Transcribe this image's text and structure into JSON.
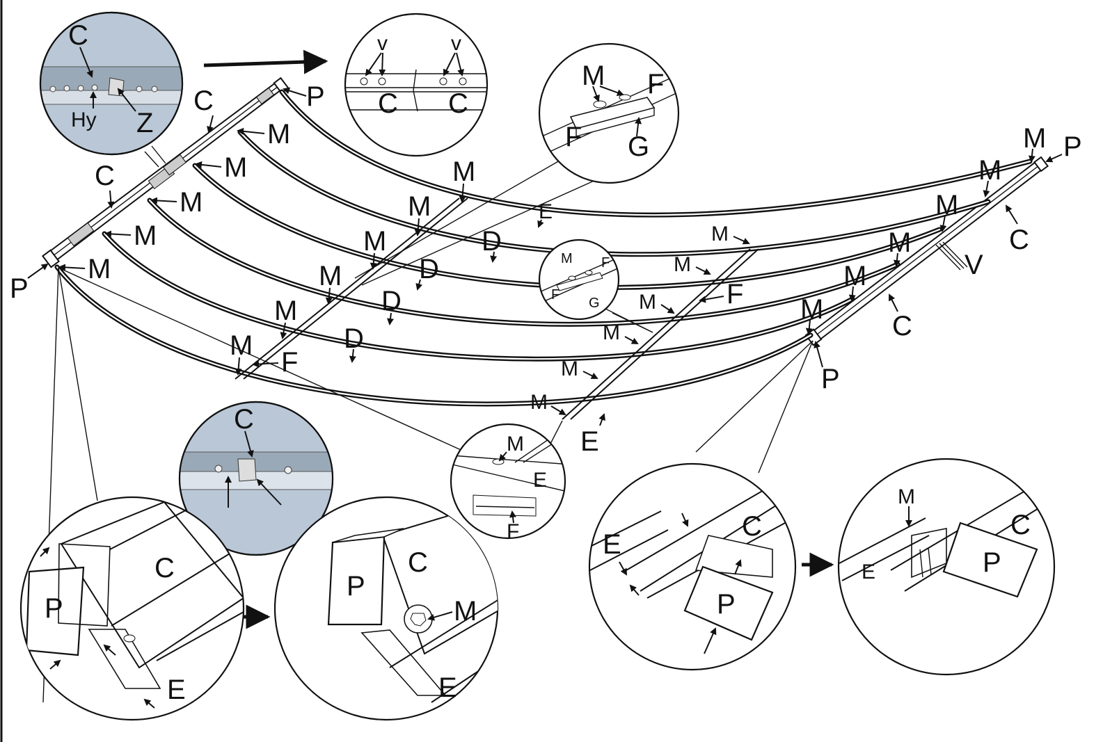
{
  "diagram": {
    "labels": {
      "C": "C",
      "P": "P",
      "M": "M",
      "D": "D",
      "E": "E",
      "F": "F",
      "G": "G",
      "V": "V",
      "v": "v",
      "Hy": "Hy",
      "Z": "Z"
    },
    "colors": {
      "line": "#111111",
      "photo_bg": "#b9c7d6",
      "background": "#ffffff"
    }
  }
}
